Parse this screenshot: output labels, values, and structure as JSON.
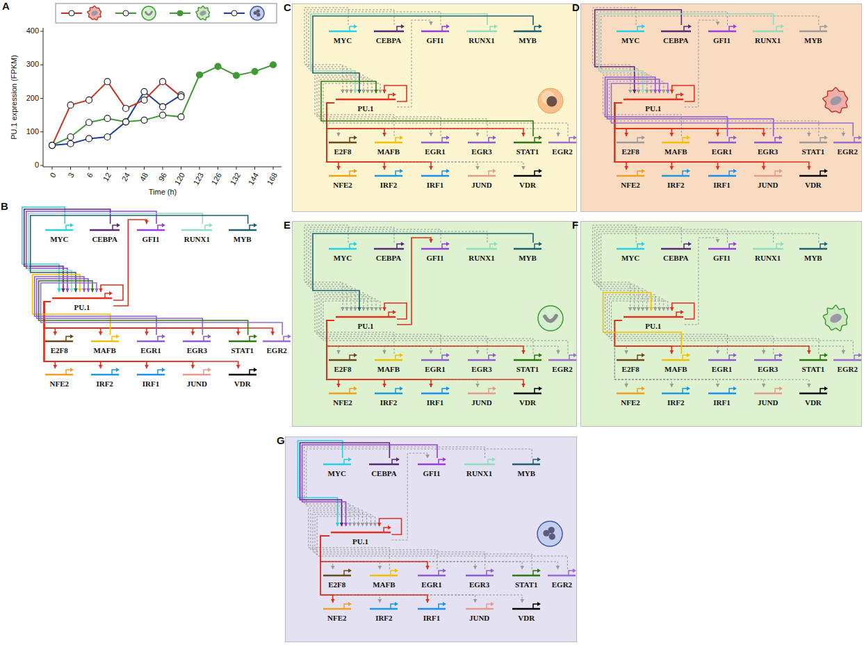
{
  "diagram": {
    "nodes": [
      {
        "text": [
          "B"
        ]
      },
      {
        "text": [
          "MYC"
        ],
        "in": 0
      },
      {
        "text": [
          "CEBPA"
        ],
        "in": 0
      },
      {
        "text": [
          "GFI1"
        ],
        "in": 0
      },
      {
        "text": [
          "RUNX1"
        ],
        "in": 0
      },
      {
        "text": [
          "MYB"
        ],
        "in": 0
      },
      {
        "text": [
          "PU.1"
        ],
        "in": 0
      },
      {
        "text": [
          "E2F8"
        ],
        "in": 0
      },
      {
        "text": [
          "MAFB"
        ],
        "in": 0
      },
      {
        "text": [
          "EGR1"
        ],
        "in": 0
      },
      {
        "text": [
          "EGR3"
        ],
        "in": 0
      },
      {
        "text": [
          "STAT1"
        ],
        "in": 0
      },
      {
        "text": [
          "EGR2"
        ],
        "in": 0
      },
      {
        "text": [
          "NFE2"
        ],
        "in": 0
      },
      {
        "text": [
          "IRF2"
        ],
        "in": 0
      },
      {
        "text": [
          "IRF1"
        ],
        "in": 0
      },
      {
        "text": [
          "JUND"
        ],
        "in": 0
      },
      {
        "text": [
          "VDR"
        ],
        "in": 0
      },
      {
        "text": [
          "C"
        ]
      },
      {
        "text": [
          "MYC"
        ],
        "in": 18
      },
      {
        "text": [
          "CEBPA"
        ],
        "in": 18
      },
      {
        "text": [
          "GFI1"
        ],
        "in": 18
      },
      {
        "text": [
          "RUNX1"
        ],
        "in": 18
      },
      {
        "text": [
          "MYB"
        ],
        "in": 18
      },
      {
        "text": [
          "PU.1"
        ],
        "in": 18
      },
      {
        "text": [
          "E2F8"
        ],
        "in": 18
      },
      {
        "text": [
          "MAFB"
        ],
        "in": 18
      },
      {
        "text": [
          "EGR1"
        ],
        "in": 18
      },
      {
        "text": [
          "EGR3"
        ],
        "in": 18
      },
      {
        "text": [
          "STAT1"
        ],
        "in": 18
      },
      {
        "text": [
          "EGR2"
        ],
        "in": 18
      },
      {
        "text": [
          "NFE2"
        ],
        "in": 18
      },
      {
        "text": [
          "IRF2"
        ],
        "in": 18
      },
      {
        "text": [
          "IRF1"
        ],
        "in": 18
      },
      {
        "text": [
          "JUND"
        ],
        "in": 18
      },
      {
        "text": [
          "VDR"
        ],
        "in": 18
      },
      {
        "text": [
          "D"
        ]
      },
      {
        "text": [
          "MYC"
        ],
        "in": 36
      },
      {
        "text": [
          "CEBPA"
        ],
        "in": 36
      },
      {
        "text": [
          "GFI1"
        ],
        "in": 36
      },
      {
        "text": [
          "RUNX1"
        ],
        "in": 36
      },
      {
        "text": [
          "MYB"
        ],
        "in": 36
      },
      {
        "text": [
          "PU.1"
        ],
        "in": 36
      },
      {
        "text": [
          "E2F8"
        ],
        "in": 36
      },
      {
        "text": [
          "MAFB"
        ],
        "in": 36
      },
      {
        "text": [
          "EGR1"
        ],
        "in": 36
      },
      {
        "text": [
          "EGR3"
        ],
        "in": 36
      },
      {
        "text": [
          "STAT1"
        ],
        "in": 36
      },
      {
        "text": [
          "EGR2"
        ],
        "in": 36
      },
      {
        "text": [
          "NFE2"
        ],
        "in": 36
      },
      {
        "text": [
          "IRF2"
        ],
        "in": 36
      },
      {
        "text": [
          "IRF1"
        ],
        "in": 36
      },
      {
        "text": [
          "JUND"
        ],
        "in": 36
      },
      {
        "text": [
          "VDR"
        ],
        "in": 36
      },
      {
        "text": [
          "E"
        ]
      },
      {
        "text": [
          "MYC"
        ],
        "in": 54
      },
      {
        "text": [
          "CEBPA"
        ],
        "in": 54
      },
      {
        "text": [
          "GFI1"
        ],
        "in": 54
      },
      {
        "text": [
          "RUNX1"
        ],
        "in": 54
      },
      {
        "text": [
          "MYB"
        ],
        "in": 54
      },
      {
        "text": [
          "PU.1"
        ],
        "in": 54
      },
      {
        "text": [
          "E2F8"
        ],
        "in": 54
      },
      {
        "text": [
          "MAFB"
        ],
        "in": 54
      },
      {
        "text": [
          "EGR1"
        ],
        "in": 54
      },
      {
        "text": [
          "EGR3"
        ],
        "in": 54
      },
      {
        "text": [
          "STAT1"
        ],
        "in": 54
      },
      {
        "text": [
          "EGR2"
        ],
        "in": 54
      },
      {
        "text": [
          "NFE2"
        ],
        "in": 54
      },
      {
        "text": [
          "IRF2"
        ],
        "in": 54
      },
      {
        "text": [
          "IRF1"
        ],
        "in": 54
      },
      {
        "text": [
          "JUND"
        ],
        "in": 54
      },
      {
        "text": [
          "VDR"
        ],
        "in": 54
      },
      {
        "text": [
          "F"
        ]
      },
      {
        "text": [
          "MYC"
        ],
        "in": 72
      },
      {
        "text": [
          "CEBPA"
        ],
        "in": 72
      },
      {
        "text": [
          "GFI1"
        ],
        "in": 72
      },
      {
        "text": [
          "RUNX1"
        ],
        "in": 72
      },
      {
        "text": [
          "MYB"
        ],
        "in": 72
      },
      {
        "text": [
          "PU.1"
        ],
        "in": 72
      },
      {
        "text": [
          "E2F8"
        ],
        "in": 72
      },
      {
        "text": [
          "MAFB"
        ],
        "in": 72
      },
      {
        "text": [
          "EGR1"
        ],
        "in": 72
      },
      {
        "text": [
          "EGR3"
        ],
        "in": 72
      },
      {
        "text": [
          "STAT1"
        ],
        "in": 72
      },
      {
        "text": [
          "EGR2"
        ],
        "in": 72
      },
      {
        "text": [
          "NFE2"
        ],
        "in": 72
      },
      {
        "text": [
          "IRF2"
        ],
        "in": 72
      },
      {
        "text": [
          "IRF1"
        ],
        "in": 72
      },
      {
        "text": [
          "JUND"
        ],
        "in": 72
      },
      {
        "text": [
          "VDR"
        ],
        "in": 72
      },
      {
        "text": [
          "G"
        ]
      },
      {
        "text": [
          "MYC"
        ],
        "in": 90
      },
      {
        "text": [
          "CEBPA"
        ],
        "in": 90
      },
      {
        "text": [
          "GFI1"
        ],
        "in": 90
      },
      {
        "text": [
          "RUNX1"
        ],
        "in": 90
      },
      {
        "text": [
          "MYB"
        ],
        "in": 90
      },
      {
        "text": [
          "PU.1"
        ],
        "in": 90
      },
      {
        "text": [
          "E2F8"
        ],
        "in": 90
      },
      {
        "text": [
          "MAFB"
        ],
        "in": 90
      },
      {
        "text": [
          "EGR1"
        ],
        "in": 90
      },
      {
        "text": [
          "EGR3"
        ],
        "in": 90
      },
      {
        "text": [
          "STAT1"
        ],
        "in": 90
      },
      {
        "text": [
          "EGR2"
        ],
        "in": 90
      },
      {
        "text": [
          "NFE2"
        ],
        "in": 90
      },
      {
        "text": [
          "IRF2"
        ],
        "in": 90
      },
      {
        "text": [
          "IRF1"
        ],
        "in": 90
      },
      {
        "text": [
          "JUND"
        ],
        "in": 90
      },
      {
        "text": [
          "VDR"
        ],
        "in": 90
      }
    ],
    "edges": [
      {
        "from": 1,
        "to": 6,
        "arrow": "to"
      },
      {
        "from": 2,
        "to": 6,
        "arrow": "to"
      },
      {
        "from": 3,
        "to": 6,
        "arrow": "to"
      },
      {
        "from": 4,
        "to": 6,
        "arrow": "to"
      },
      {
        "from": 5,
        "to": 6,
        "arrow": "to"
      },
      {
        "from": 6,
        "to": 6,
        "arrow": "to"
      },
      {
        "from": 6,
        "to": 3,
        "arrow": "to"
      },
      {
        "from": 6,
        "to": 7,
        "arrow": "to"
      },
      {
        "from": 6,
        "to": 8,
        "arrow": "to"
      },
      {
        "from": 6,
        "to": 9,
        "arrow": "to"
      },
      {
        "from": 6,
        "to": 10,
        "arrow": "to"
      },
      {
        "from": 6,
        "to": 11,
        "arrow": "to"
      },
      {
        "from": 6,
        "to": 12,
        "arrow": "to"
      },
      {
        "from": 6,
        "to": 13,
        "arrow": "to"
      },
      {
        "from": 6,
        "to": 14,
        "arrow": "to"
      },
      {
        "from": 6,
        "to": 15,
        "arrow": "to"
      },
      {
        "from": 6,
        "to": 16,
        "arrow": "to"
      },
      {
        "from": 6,
        "to": 17,
        "arrow": "to"
      },
      {
        "from": 8,
        "to": 6,
        "arrow": "to"
      },
      {
        "from": 9,
        "to": 6,
        "arrow": "to"
      },
      {
        "from": 10,
        "to": 6,
        "arrow": "to"
      },
      {
        "from": 11,
        "to": 6,
        "arrow": "to"
      },
      {
        "from": 12,
        "to": 6,
        "arrow": "to"
      },
      {
        "from": 19,
        "to": 24,
        "arrow": "to"
      },
      {
        "from": 20,
        "to": 24,
        "arrow": "to"
      },
      {
        "from": 21,
        "to": 24,
        "arrow": "to"
      },
      {
        "from": 22,
        "to": 24,
        "arrow": "to"
      },
      {
        "from": 23,
        "to": 24,
        "arrow": "to"
      },
      {
        "from": 24,
        "to": 24,
        "arrow": "to"
      },
      {
        "from": 24,
        "to": 21,
        "arrow": "to"
      },
      {
        "from": 24,
        "to": 25,
        "arrow": "to"
      },
      {
        "from": 24,
        "to": 26,
        "arrow": "to"
      },
      {
        "from": 24,
        "to": 27,
        "arrow": "to"
      },
      {
        "from": 24,
        "to": 28,
        "arrow": "to"
      },
      {
        "from": 24,
        "to": 29,
        "arrow": "to"
      },
      {
        "from": 24,
        "to": 30,
        "arrow": "to"
      },
      {
        "from": 24,
        "to": 31,
        "arrow": "to"
      },
      {
        "from": 24,
        "to": 32,
        "arrow": "to"
      },
      {
        "from": 24,
        "to": 33,
        "arrow": "to"
      },
      {
        "from": 24,
        "to": 34,
        "arrow": "to"
      },
      {
        "from": 24,
        "to": 35,
        "arrow": "to"
      },
      {
        "from": 26,
        "to": 24,
        "arrow": "to"
      },
      {
        "from": 27,
        "to": 24,
        "arrow": "to"
      },
      {
        "from": 28,
        "to": 24,
        "arrow": "to"
      },
      {
        "from": 29,
        "to": 24,
        "arrow": "to"
      },
      {
        "from": 30,
        "to": 24,
        "arrow": "to"
      },
      {
        "from": 37,
        "to": 42,
        "arrow": "to"
      },
      {
        "from": 38,
        "to": 42,
        "arrow": "to"
      },
      {
        "from": 39,
        "to": 42,
        "arrow": "to"
      },
      {
        "from": 40,
        "to": 42,
        "arrow": "to"
      },
      {
        "from": 41,
        "to": 42,
        "arrow": "to"
      },
      {
        "from": 42,
        "to": 42,
        "arrow": "to"
      },
      {
        "from": 42,
        "to": 39,
        "arrow": "to"
      },
      {
        "from": 42,
        "to": 43,
        "arrow": "to"
      },
      {
        "from": 42,
        "to": 44,
        "arrow": "to"
      },
      {
        "from": 42,
        "to": 45,
        "arrow": "to"
      },
      {
        "from": 42,
        "to": 46,
        "arrow": "to"
      },
      {
        "from": 42,
        "to": 47,
        "arrow": "to"
      },
      {
        "from": 42,
        "to": 48,
        "arrow": "to"
      },
      {
        "from": 42,
        "to": 49,
        "arrow": "to"
      },
      {
        "from": 42,
        "to": 50,
        "arrow": "to"
      },
      {
        "from": 42,
        "to": 51,
        "arrow": "to"
      },
      {
        "from": 42,
        "to": 52,
        "arrow": "to"
      },
      {
        "from": 42,
        "to": 53,
        "arrow": "to"
      },
      {
        "from": 44,
        "to": 42,
        "arrow": "to"
      },
      {
        "from": 45,
        "to": 42,
        "arrow": "to"
      },
      {
        "from": 46,
        "to": 42,
        "arrow": "to"
      },
      {
        "from": 47,
        "to": 42,
        "arrow": "to"
      },
      {
        "from": 48,
        "to": 42,
        "arrow": "to"
      },
      {
        "from": 55,
        "to": 60,
        "arrow": "to"
      },
      {
        "from": 56,
        "to": 60,
        "arrow": "to"
      },
      {
        "from": 57,
        "to": 60,
        "arrow": "to"
      },
      {
        "from": 58,
        "to": 60,
        "arrow": "to"
      },
      {
        "from": 59,
        "to": 60,
        "arrow": "to"
      },
      {
        "from": 60,
        "to": 60,
        "arrow": "to"
      },
      {
        "from": 60,
        "to": 57,
        "arrow": "to"
      },
      {
        "from": 60,
        "to": 61,
        "arrow": "to"
      },
      {
        "from": 60,
        "to": 62,
        "arrow": "to"
      },
      {
        "from": 60,
        "to": 63,
        "arrow": "to"
      },
      {
        "from": 60,
        "to": 64,
        "arrow": "to"
      },
      {
        "from": 60,
        "to": 65,
        "arrow": "to"
      },
      {
        "from": 60,
        "to": 66,
        "arrow": "to"
      },
      {
        "from": 60,
        "to": 67,
        "arrow": "to"
      },
      {
        "from": 60,
        "to": 68,
        "arrow": "to"
      },
      {
        "from": 60,
        "to": 69,
        "arrow": "to"
      },
      {
        "from": 60,
        "to": 70,
        "arrow": "to"
      },
      {
        "from": 60,
        "to": 71,
        "arrow": "to"
      },
      {
        "from": 62,
        "to": 60,
        "arrow": "to"
      },
      {
        "from": 63,
        "to": 60,
        "arrow": "to"
      },
      {
        "from": 64,
        "to": 60,
        "arrow": "to"
      },
      {
        "from": 65,
        "to": 60,
        "arrow": "to"
      },
      {
        "from": 66,
        "to": 60,
        "arrow": "to"
      },
      {
        "from": 73,
        "to": 78,
        "arrow": "to"
      },
      {
        "from": 74,
        "to": 78,
        "arrow": "to"
      },
      {
        "from": 75,
        "to": 78,
        "arrow": "to"
      },
      {
        "from": 76,
        "to": 78,
        "arrow": "to"
      },
      {
        "from": 77,
        "to": 78,
        "arrow": "to"
      },
      {
        "from": 78,
        "to": 78,
        "arrow": "to"
      },
      {
        "from": 78,
        "to": 75,
        "arrow": "to"
      },
      {
        "from": 78,
        "to": 79,
        "arrow": "to"
      },
      {
        "from": 78,
        "to": 80,
        "arrow": "to"
      },
      {
        "from": 78,
        "to": 81,
        "arrow": "to"
      },
      {
        "from": 78,
        "to": 82,
        "arrow": "to"
      },
      {
        "from": 78,
        "to": 83,
        "arrow": "to"
      },
      {
        "from": 78,
        "to": 84,
        "arrow": "to"
      },
      {
        "from": 78,
        "to": 85,
        "arrow": "to"
      },
      {
        "from": 78,
        "to": 86,
        "arrow": "to"
      },
      {
        "from": 78,
        "to": 87,
        "arrow": "to"
      },
      {
        "from": 78,
        "to": 88,
        "arrow": "to"
      },
      {
        "from": 78,
        "to": 89,
        "arrow": "to"
      },
      {
        "from": 80,
        "to": 78,
        "arrow": "to"
      },
      {
        "from": 81,
        "to": 78,
        "arrow": "to"
      },
      {
        "from": 82,
        "to": 78,
        "arrow": "to"
      },
      {
        "from": 83,
        "to": 78,
        "arrow": "to"
      },
      {
        "from": 84,
        "to": 78,
        "arrow": "to"
      },
      {
        "from": 91,
        "to": 96,
        "arrow": "to"
      },
      {
        "from": 92,
        "to": 96,
        "arrow": "to"
      },
      {
        "from": 93,
        "to": 96,
        "arrow": "to"
      },
      {
        "from": 94,
        "to": 96,
        "arrow": "to"
      },
      {
        "from": 95,
        "to": 96,
        "arrow": "to"
      },
      {
        "from": 96,
        "to": 96,
        "arrow": "to"
      },
      {
        "from": 96,
        "to": 93,
        "arrow": "to"
      },
      {
        "from": 96,
        "to": 97,
        "arrow": "to"
      },
      {
        "from": 96,
        "to": 98,
        "arrow": "to"
      },
      {
        "from": 96,
        "to": 99,
        "arrow": "to"
      },
      {
        "from": 96,
        "to": 100,
        "arrow": "to"
      },
      {
        "from": 96,
        "to": 101,
        "arrow": "to"
      },
      {
        "from": 96,
        "to": 102,
        "arrow": "to"
      },
      {
        "from": 96,
        "to": 103,
        "arrow": "to"
      },
      {
        "from": 96,
        "to": 104,
        "arrow": "to"
      },
      {
        "from": 96,
        "to": 105,
        "arrow": "to"
      },
      {
        "from": 96,
        "to": 106,
        "arrow": "to"
      },
      {
        "from": 96,
        "to": 107,
        "arrow": "to"
      },
      {
        "from": 98,
        "to": 96,
        "arrow": "to"
      },
      {
        "from": 99,
        "to": 96,
        "arrow": "to"
      },
      {
        "from": 100,
        "to": 96,
        "arrow": "to"
      },
      {
        "from": 101,
        "to": 96,
        "arrow": "to"
      },
      {
        "from": 102,
        "to": 96,
        "arrow": "to"
      }
    ],
    "labels": [
      "A",
      "PU.1 expression (FPKM)",
      "0",
      "100",
      "200",
      "300",
      "400",
      "0",
      "3",
      "6",
      "12",
      "24",
      "48",
      "96",
      "120",
      "123",
      "126",
      "132",
      "144",
      "168",
      "Time (h)"
    ]
  }
}
